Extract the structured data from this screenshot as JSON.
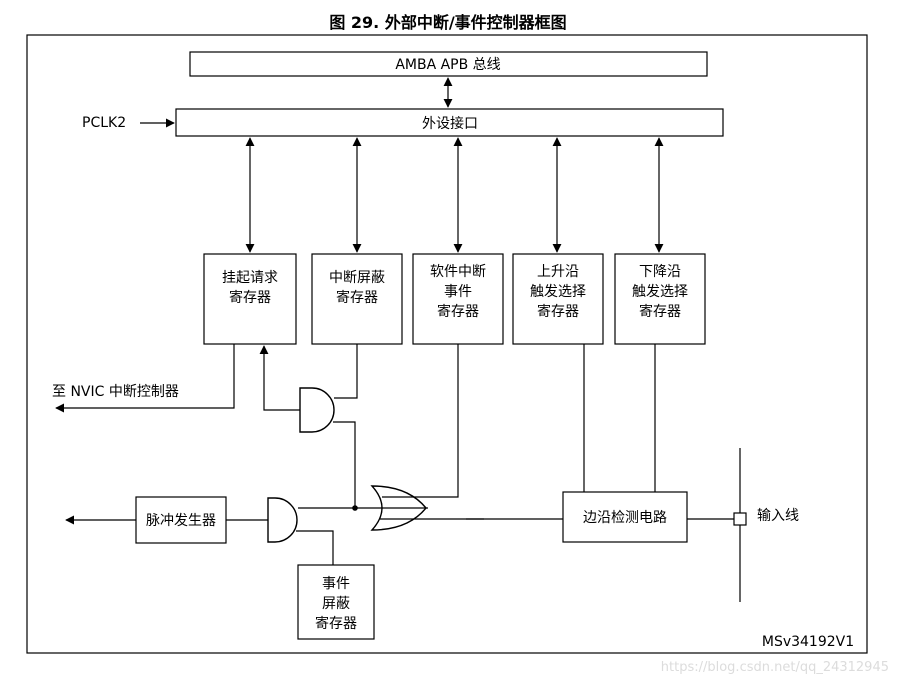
{
  "figure": {
    "title": "图 29. 外部中断/事件控制器框图",
    "figure_id": "MSv34192V1",
    "watermark": "https://blog.csdn.net/qq_24312945"
  },
  "bus": {
    "label": "AMBA APB 总线"
  },
  "interface": {
    "label": "外设接口"
  },
  "signals": {
    "pclk2": "PCLK2",
    "nvic": "至 NVIC 中断控制器",
    "input_line": "输入线"
  },
  "registers": {
    "pending": [
      "挂起请求",
      "寄存器"
    ],
    "int_mask": [
      "中断屏蔽",
      "寄存器"
    ],
    "sw_int_event": [
      "软件中断",
      "事件",
      "寄存器"
    ],
    "rising": [
      "上升沿",
      "触发选择",
      "寄存器"
    ],
    "falling": [
      "下降沿",
      "触发选择",
      "寄存器"
    ],
    "event_mask": [
      "事件",
      "屏蔽",
      "寄存器"
    ]
  },
  "blocks": {
    "pulse_gen": "脉冲发生器",
    "edge_detect": "边沿检测电路"
  }
}
